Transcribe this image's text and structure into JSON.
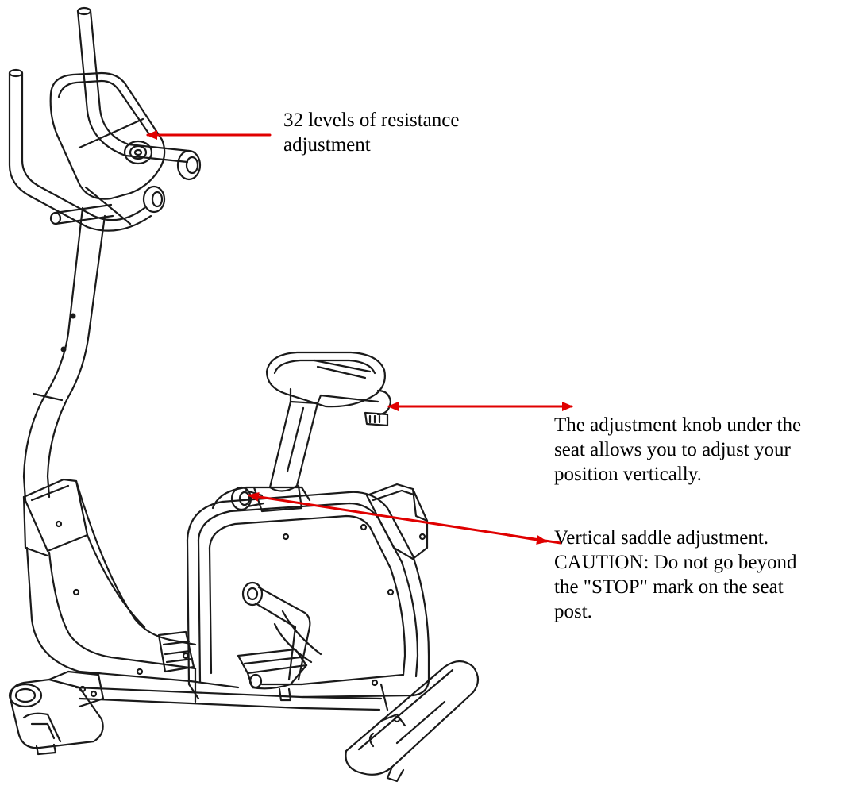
{
  "callouts": {
    "resistance": {
      "lines": [
        "32 levels of resistance",
        "adjustment"
      ]
    },
    "seat_knob": {
      "lines": [
        "The adjustment knob under the",
        "seat allows you to adjust your",
        "position vertically."
      ]
    },
    "saddle": {
      "lines": [
        "Vertical saddle adjustment.",
        "CAUTION: Do not go beyond",
        "the \"STOP\" mark on the seat",
        "post."
      ]
    }
  },
  "colors": {
    "line_art": "#1a1a1a",
    "arrow": "#e00000",
    "background": "#ffffff"
  }
}
